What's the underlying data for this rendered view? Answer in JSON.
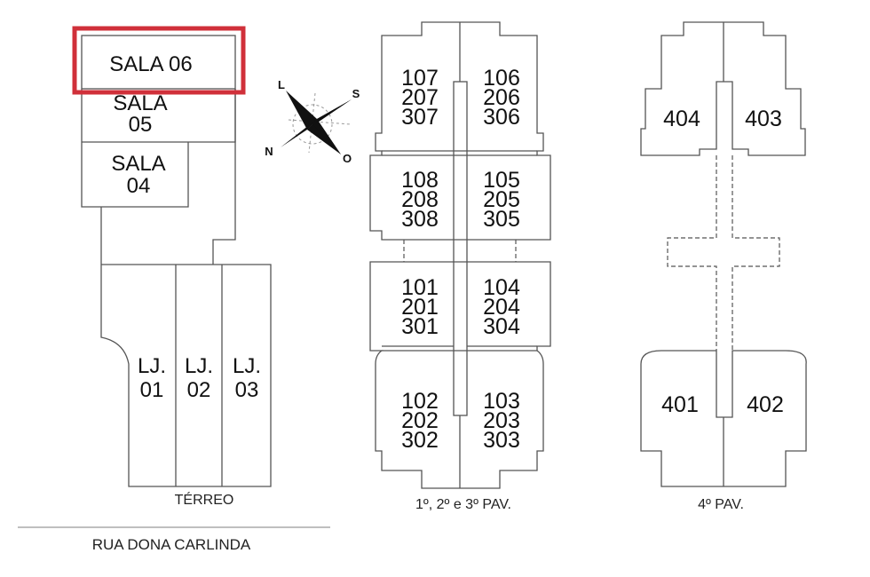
{
  "terreo": {
    "rooms": [
      {
        "label": "SALA 06"
      },
      {
        "line1": "SALA",
        "line2": "05"
      },
      {
        "line1": "SALA",
        "line2": "04"
      }
    ],
    "shops": [
      {
        "line1": "LJ.",
        "line2": "01"
      },
      {
        "line1": "LJ.",
        "line2": "02"
      },
      {
        "line1": "LJ.",
        "line2": "03"
      }
    ],
    "caption": "TÉRREO",
    "street": "RUA DONA CARLINDA"
  },
  "compass": {
    "l": "L",
    "s": "S",
    "n": "N",
    "o": "O"
  },
  "pav123": {
    "caption": "1º, 2º e 3º PAV.",
    "units": [
      [
        "107",
        "207",
        "307"
      ],
      [
        "106",
        "206",
        "306"
      ],
      [
        "108",
        "208",
        "308"
      ],
      [
        "105",
        "205",
        "305"
      ],
      [
        "101",
        "201",
        "301"
      ],
      [
        "104",
        "204",
        "304"
      ],
      [
        "102",
        "202",
        "302"
      ],
      [
        "103",
        "203",
        "303"
      ]
    ]
  },
  "pav4": {
    "caption": "4º PAV.",
    "units": [
      "404",
      "403",
      "401",
      "402"
    ]
  },
  "highlight_color": "#d0303a"
}
